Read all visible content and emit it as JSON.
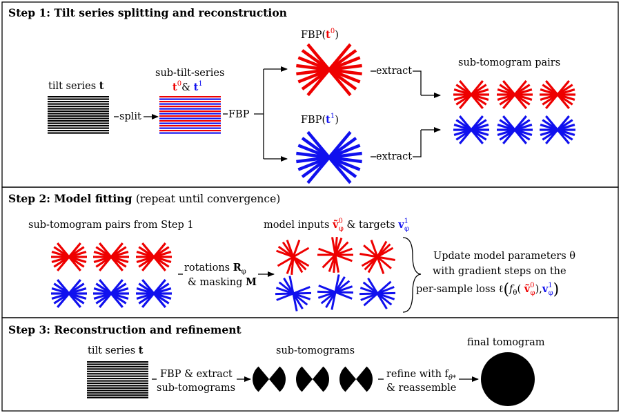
{
  "steps": [
    {
      "title": "Step 1: Tilt series splitting and reconstruction",
      "subtitle": ""
    },
    {
      "title": "Step 2: Model fitting",
      "subtitle": "(repeat until convergence)"
    },
    {
      "title": "Step 3: Reconstruction and refinement",
      "subtitle": ""
    }
  ],
  "step1": {
    "tilt_series": "tilt series",
    "tilt_symbol": "t",
    "sub_tilt_series": "sub-tilt-series",
    "t_symbol": "t",
    "sup0": "0",
    "sup1": "1",
    "amp": "& ",
    "split": "split",
    "fbp": "FBP",
    "fbp_fn": "FBP(",
    "close_paren": ")",
    "extract": "extract",
    "pairs": "sub-tomogram pairs"
  },
  "step2": {
    "pairs_from": "sub-tomogram pairs from Step 1",
    "rotations": "rotations ",
    "rot_symbol": "R",
    "rot_sub": "φ",
    "masking": "& masking ",
    "mask_symbol": "M",
    "model_inputs": "model inputs ",
    "v_symbol": "ṽ",
    "v1_symbol": "v",
    "sup0": "0",
    "sup1": "1",
    "sub_phi": "φ",
    "targets": " & targets ",
    "update_line1": "Update model parameters θ",
    "update_line2": "with gradient steps on the",
    "loss_prefix": "per-sample loss ℓ",
    "loss_f": "f",
    "loss_theta": "θ",
    "loss_open": "(",
    "loss_comma": "),",
    "loss_close": ")"
  },
  "step3": {
    "tilt_series": "tilt series",
    "tilt_symbol": "t",
    "fbp_extract": "FBP & extract",
    "sub_tomograms_arrow": "sub-tomograms",
    "sub_tomograms": "sub-tomograms",
    "refine": "refine with f",
    "refine_sub": "θ*",
    "reassemble": "& reassemble",
    "final": "final tomogram"
  },
  "colors": {
    "red": "#ee0000",
    "blue": "#1010ee",
    "black": "#000000"
  }
}
